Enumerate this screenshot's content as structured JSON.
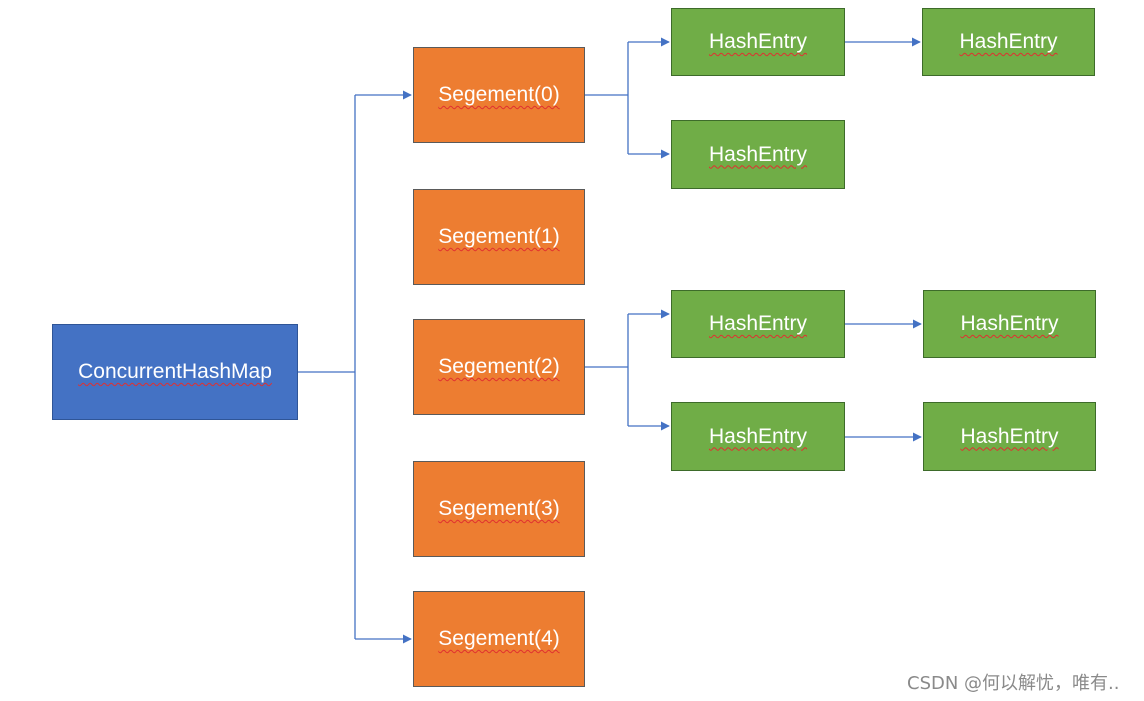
{
  "colors": {
    "root": "#4472C4",
    "segment": "#ED7D31",
    "entry": "#70AD47",
    "connector": "#4472C4"
  },
  "root": {
    "label": "ConcurrentHashMap"
  },
  "segments": [
    {
      "label": "Segement(0)"
    },
    {
      "label": "Segement(1)"
    },
    {
      "label": "Segement(2)"
    },
    {
      "label": "Segement(3)"
    },
    {
      "label": "Segement(4)"
    }
  ],
  "entries": [
    {
      "label": "HashEntry"
    },
    {
      "label": "HashEntry"
    },
    {
      "label": "HashEntry"
    },
    {
      "label": "HashEntry"
    },
    {
      "label": "HashEntry"
    },
    {
      "label": "HashEntry"
    },
    {
      "label": "HashEntry"
    }
  ],
  "watermark": "CSDN @何以解忧，唯有.."
}
